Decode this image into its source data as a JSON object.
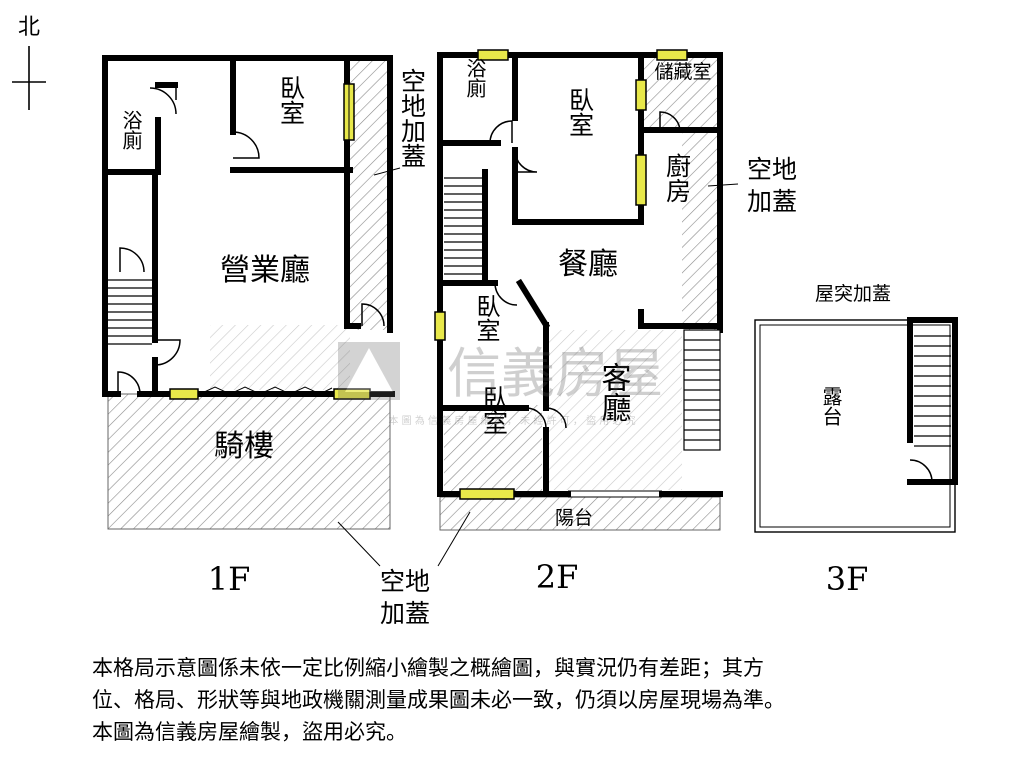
{
  "north": {
    "label": "北"
  },
  "floors": {
    "f1": {
      "label": "1F",
      "rooms": {
        "bath": "浴廁",
        "bedroom": "臥室",
        "business_hall": "營業廳",
        "arcade": "騎樓",
        "side_addition": "空地加蓋"
      }
    },
    "f2": {
      "label": "2F",
      "rooms": {
        "bath": "浴廁",
        "bedroom_main": "臥室",
        "storage": "儲藏室",
        "kitchen": "廚房",
        "dining": "餐廳",
        "bedroom_mid": "臥室",
        "bedroom_front": "臥室",
        "living": "客廳",
        "balcony": "陽台",
        "side_addition": "空地加蓋"
      }
    },
    "f3": {
      "label": "3F",
      "title": "屋突加蓋",
      "rooms": {
        "terrace": "露台"
      }
    }
  },
  "bottom_addition": "空地加蓋",
  "watermark": {
    "brand": "信義房屋",
    "small": "本 圖 為 信 義 房 屋 繪 製 ， 未 經 許 可 ， 盜 用 必 究"
  },
  "disclaimer": [
    "本格局示意圖係未依一定比例縮小繪製之概繪圖，與實況仍有差距；其方",
    "位、格局、形狀等與地政機關測量成果圖未必一致，仍須以房屋現場為準。",
    "本圖為信義房屋繪製，盜用必究。"
  ]
}
